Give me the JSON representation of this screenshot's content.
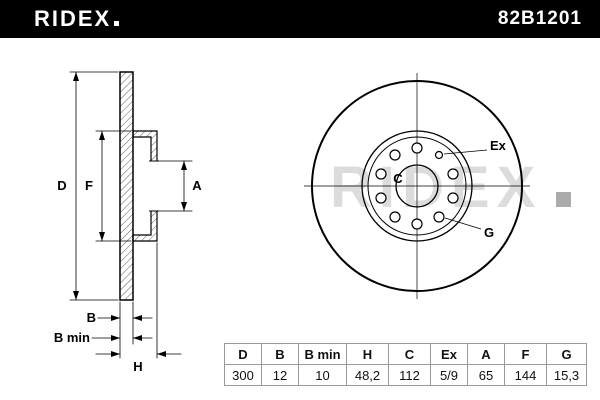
{
  "header": {
    "brand": "RIDEX",
    "part_number": "82B1201"
  },
  "side_view": {
    "labels": {
      "d": "D",
      "f": "F",
      "a": "A",
      "b": "B",
      "b_min": "B min",
      "h": "H"
    }
  },
  "front_view": {
    "labels": {
      "c": "C",
      "ex": "Ex",
      "g": "G"
    }
  },
  "watermark": {
    "text": "RIDEX"
  },
  "spec_table": {
    "headers": [
      "D",
      "B",
      "B min",
      "H",
      "C",
      "Ex",
      "A",
      "F",
      "G"
    ],
    "values": [
      "300",
      "12",
      "10",
      "48,2",
      "112",
      "5/9",
      "65",
      "144",
      "15,3"
    ]
  },
  "colors": {
    "header_bg": "#000000",
    "header_text": "#ffffff",
    "line": "#000000",
    "watermark": "#dcdcdc",
    "table_border": "#9a9a9a"
  }
}
